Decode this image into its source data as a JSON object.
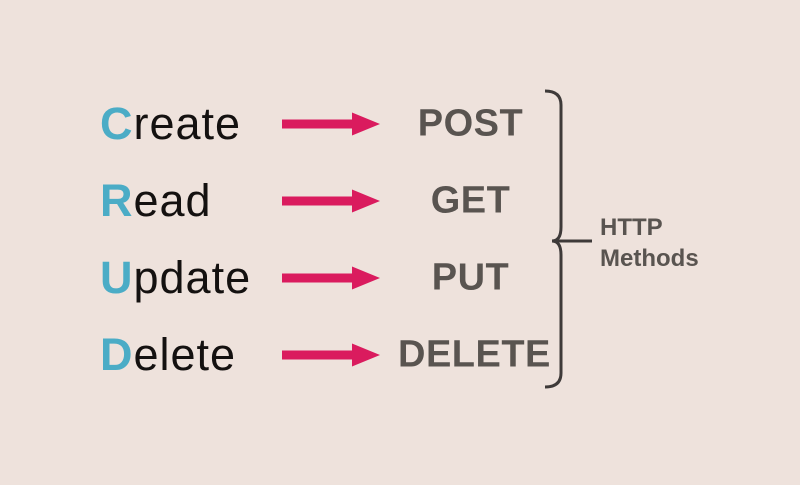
{
  "diagram": {
    "rows": [
      {
        "initial": "C",
        "rest": "reate",
        "operation": "Create",
        "method": "POST"
      },
      {
        "initial": "R",
        "rest": "ead",
        "operation": "Read",
        "method": "GET"
      },
      {
        "initial": "U",
        "rest": "pdate",
        "operation": "Update",
        "method": "PUT"
      },
      {
        "initial": "D",
        "rest": "elete",
        "operation": "Delete",
        "method": "DELETE"
      }
    ],
    "bracket_label": "HTTP\nMethods",
    "colors": {
      "background": "#EEE2DC",
      "initial_teal": "#4BACC6",
      "arrow_pink": "#DA1B5E",
      "method_gray": "#595450",
      "bracket_gray": "#3E3A39",
      "word_black": "#141110"
    }
  }
}
